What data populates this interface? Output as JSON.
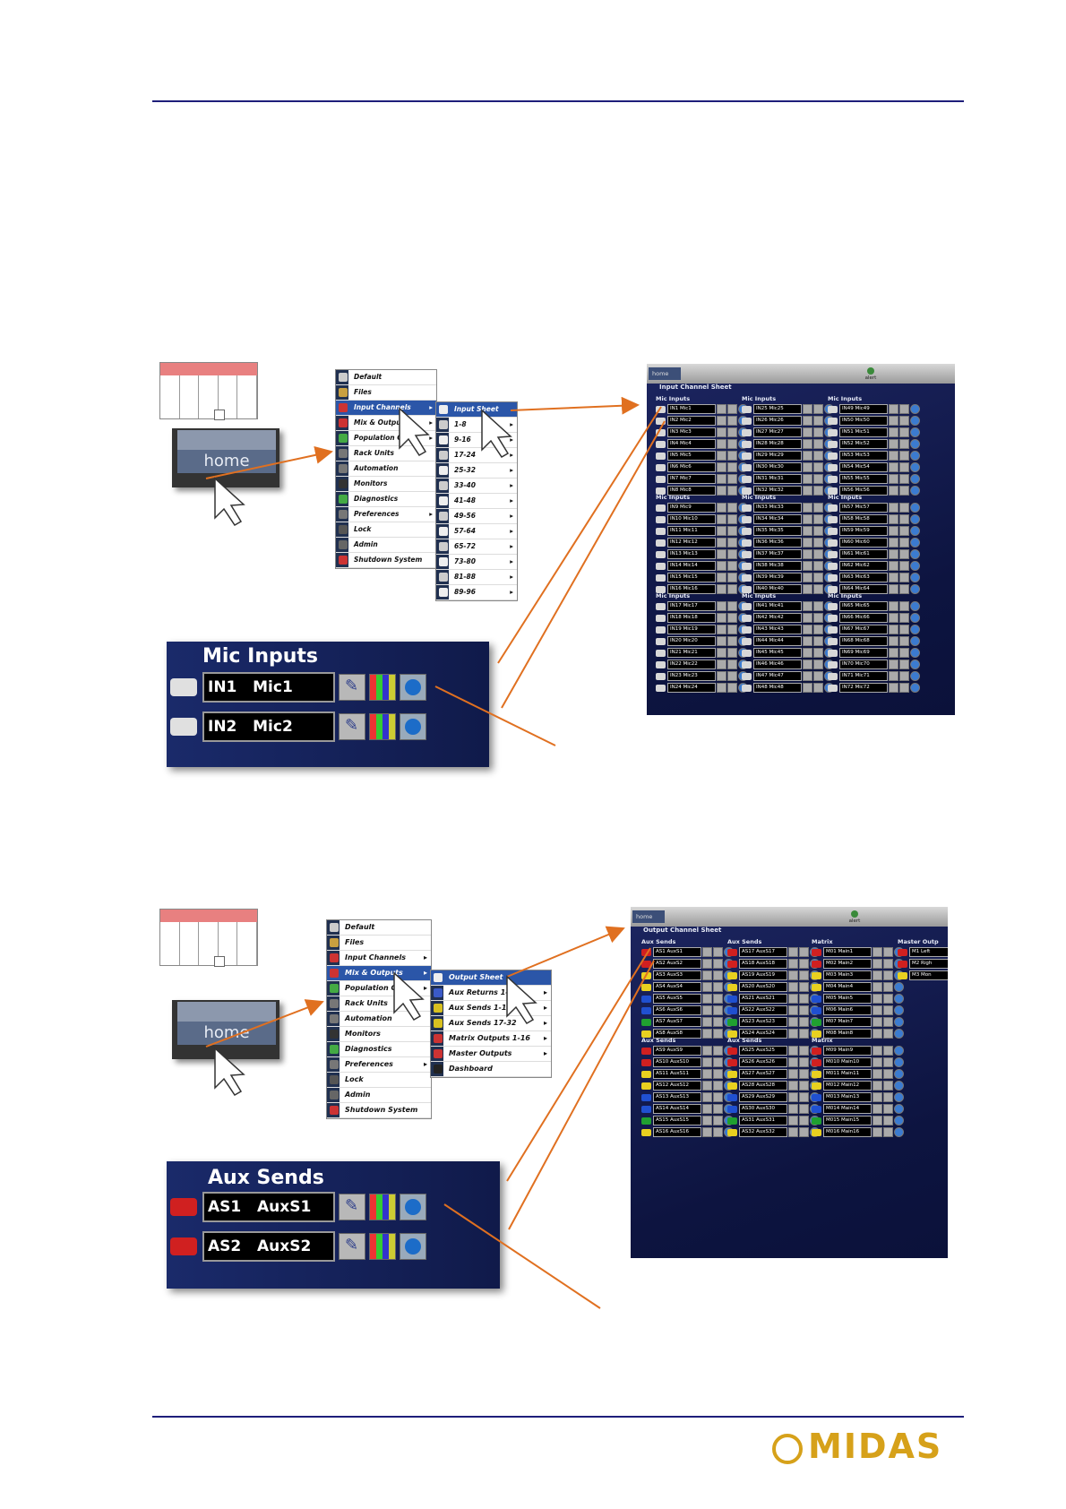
{
  "top_menu": {
    "items": [
      "Default",
      "Files",
      "Input Channels",
      "Mix & Outputs",
      "Population Gro",
      "Rack Units",
      "Automation",
      "Monitors",
      "Diagnostics",
      "Preferences",
      "Lock",
      "Admin",
      "Shutdown System"
    ],
    "submenu": [
      "Input Sheet",
      "1-8",
      "9-16",
      "17-24",
      "25-32",
      "33-40",
      "41-48",
      "49-56",
      "57-64",
      "65-72",
      "73-80",
      "81-88",
      "89-96"
    ]
  },
  "bottom_menu": {
    "items": [
      "Default",
      "Files",
      "Input Channels",
      "Mix & Outputs",
      "Population Gro",
      "Rack Units",
      "Automation",
      "Monitors",
      "Diagnostics",
      "Preferences",
      "Lock",
      "Admin",
      "Shutdown System"
    ],
    "submenu": [
      "Output Sheet",
      "Aux Returns 1-",
      "Aux Sends 1-16",
      "Aux Sends 17-32",
      "Matrix Outputs 1-16",
      "Master Outputs",
      "Dashboard"
    ]
  },
  "home_label": "home",
  "alert_label": "alert",
  "input_sheet": {
    "title": "Input Channel Sheet",
    "group_title": "Mic Inputs",
    "columns": [
      {
        "title": "Mic Inputs",
        "rows": [
          "IN1   Mic1",
          "IN2   Mic2",
          "IN3   Mic3",
          "IN4   Mic4",
          "IN5   Mic5",
          "IN6   Mic6",
          "IN7   Mic7",
          "IN8   Mic8"
        ]
      },
      {
        "title": "Mic Inputs",
        "rows": [
          "IN25  Mic25",
          "IN26  Mic26",
          "IN27  Mic27",
          "IN28  Mic28",
          "IN29  Mic29",
          "IN30  Mic30",
          "IN31  Mic31",
          "IN32  Mic32"
        ]
      },
      {
        "title": "Mic Inputs",
        "rows": [
          "IN49  Mic49",
          "IN50  Mic50",
          "IN51  Mic51",
          "IN52  Mic52",
          "IN53  Mic53",
          "IN54  Mic54",
          "IN55  Mic55",
          "IN56  Mic56"
        ]
      },
      {
        "title": "Mic Inputs",
        "rows": [
          "IN9   Mic9",
          "IN10  Mic10",
          "IN11  Mic11",
          "IN12  Mic12",
          "IN13  Mic13",
          "IN14  Mic14",
          "IN15  Mic15",
          "IN16  Mic16"
        ]
      },
      {
        "title": "Mic Inputs",
        "rows": [
          "IN33  Mic33",
          "IN34  Mic34",
          "IN35  Mic35",
          "IN36  Mic36",
          "IN37  Mic37",
          "IN38  Mic38",
          "IN39  Mic39",
          "IN40  Mic40"
        ]
      },
      {
        "title": "Mic Inputs",
        "rows": [
          "IN57  Mic57",
          "IN58  Mic58",
          "IN59  Mic59",
          "IN60  Mic60",
          "IN61  Mic61",
          "IN62  Mic62",
          "IN63  Mic63",
          "IN64  Mic64"
        ]
      },
      {
        "title": "Mic Inputs",
        "rows": [
          "IN17  Mic17",
          "IN18  Mic18",
          "IN19  Mic19",
          "IN20  Mic20",
          "IN21  Mic21",
          "IN22  Mic22",
          "IN23  Mic23",
          "IN24  Mic24"
        ]
      },
      {
        "title": "Mic Inputs",
        "rows": [
          "IN41  Mic41",
          "IN42  Mic42",
          "IN43  Mic43",
          "IN44  Mic44",
          "IN45  Mic45",
          "IN46  Mic46",
          "IN47  Mic47",
          "IN48  Mic48"
        ]
      },
      {
        "title": "Mic Inputs",
        "rows": [
          "IN65  Mic65",
          "IN66  Mic66",
          "IN67  Mic67",
          "IN68  Mic68",
          "IN69  Mic69",
          "IN70  Mic70",
          "IN71  Mic71",
          "IN72  Mic72"
        ]
      }
    ]
  },
  "output_sheet": {
    "title": "Output Channel Sheet",
    "columns": [
      {
        "title": "Aux Sends",
        "rows": [
          "AS1   AuxS1",
          "AS2   AuxS2",
          "AS3   AuxS3",
          "AS4   AuxS4",
          "AS5   AuxS5",
          "AS6   AuxS6",
          "AS7   AuxS7",
          "AS8   AuxS8"
        ]
      },
      {
        "title": "Aux Sends",
        "rows": [
          "AS17  AuxS17",
          "AS18  AuxS18",
          "AS19  AuxS19",
          "AS20  AuxS20",
          "AS21  AuxS21",
          "AS22  AuxS22",
          "AS23  AuxS23",
          "AS24  AuxS24"
        ]
      },
      {
        "title": "Matrix",
        "rows": [
          "M01  Main1",
          "M02  Main2",
          "M03  Main3",
          "M04  Main4",
          "M05  Main5",
          "M06  Main6",
          "M07  Main7",
          "M08  Main8"
        ]
      },
      {
        "title": "Master Outp",
        "rows": [
          "M1  Left",
          "M2  Righ",
          "M3  Mon"
        ]
      },
      {
        "title": "Aux Sends",
        "rows": [
          "AS9   AuxS9",
          "AS10  AuxS10",
          "AS11  AuxS11",
          "AS12  AuxS12",
          "AS13  AuxS13",
          "AS14  AuxS14",
          "AS15  AuxS15",
          "AS16  AuxS16"
        ]
      },
      {
        "title": "Aux Sends",
        "rows": [
          "AS25  AuxS25",
          "AS26  AuxS26",
          "AS27  AuxS27",
          "AS28  AuxS28",
          "AS29  AuxS29",
          "AS30  AuxS30",
          "AS31  AuxS31",
          "AS32  AuxS32"
        ]
      },
      {
        "title": "Matrix",
        "rows": [
          "M09  Main9",
          "M010 Main10",
          "M011 Main11",
          "M012 Main12",
          "M013 Main13",
          "M014 Main14",
          "M015 Main15",
          "M016 Main16"
        ]
      }
    ]
  },
  "zoom_input": {
    "title": "Mic Inputs",
    "rows": [
      "IN1   Mic1",
      "IN2   Mic2"
    ]
  },
  "zoom_output": {
    "title": "Aux Sends",
    "rows": [
      "AS1   AuxS1",
      "AS2   AuxS2"
    ]
  },
  "logo_text": "MIDAS",
  "colors": {
    "accent": "#e07020",
    "rule": "#1e1e7a",
    "logo": "#d6a11a",
    "menu_select": "#2b56a8"
  }
}
